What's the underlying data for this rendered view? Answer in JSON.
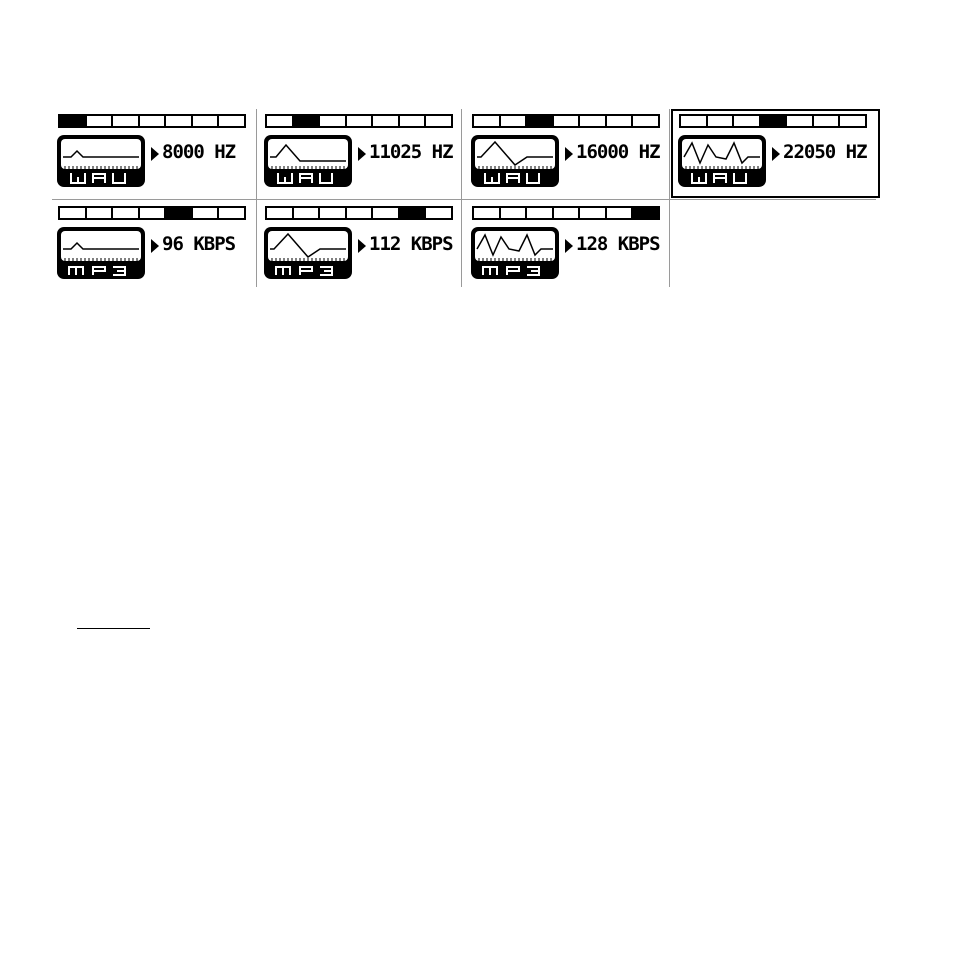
{
  "screens": [
    {
      "value": "8000 HZ",
      "format": "WAV",
      "segment": 1,
      "icon": "waveform-flat-icon",
      "selected": false
    },
    {
      "value": "11025 HZ",
      "format": "WAV",
      "segment": 2,
      "icon": "waveform-dip-icon",
      "selected": false
    },
    {
      "value": "16000 HZ",
      "format": "WAV",
      "segment": 3,
      "icon": "waveform-triangle-icon",
      "selected": false
    },
    {
      "value": "22050 HZ",
      "format": "WAV",
      "segment": 4,
      "icon": "waveform-zigzag-icon",
      "selected": true
    },
    {
      "value": "96 KBPS",
      "format": "MP3",
      "segment": 5,
      "icon": "waveform-flat-icon",
      "selected": false
    },
    {
      "value": "112 KBPS",
      "format": "MP3",
      "segment": 6,
      "icon": "waveform-triangle-icon",
      "selected": false
    },
    {
      "value": "128 KBPS",
      "format": "MP3",
      "segment": 7,
      "icon": "waveform-zigzag-icon",
      "selected": false
    }
  ],
  "segment_count": 7,
  "colors": {
    "ink": "#000000",
    "paper": "#ffffff",
    "separator": "#9a9a9a"
  }
}
